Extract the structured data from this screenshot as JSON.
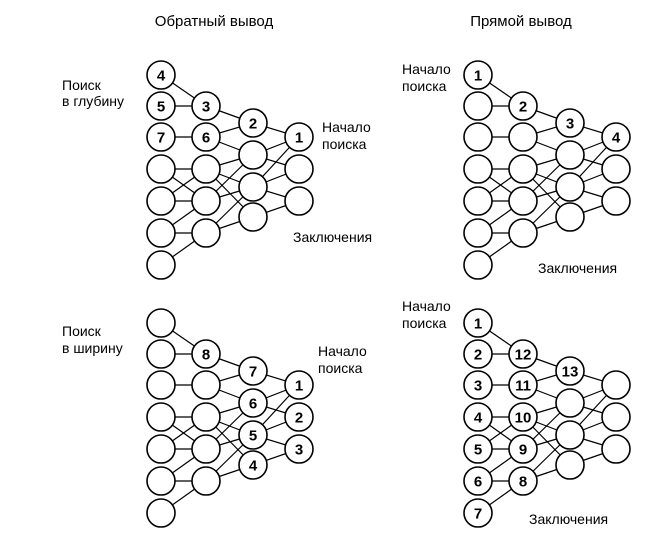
{
  "titles": {
    "backward": "Обратный вывод",
    "forward": "Прямой вывод"
  },
  "labels": {
    "depth_line1": "Поиск",
    "depth_line2": "в глубину",
    "breadth_line1": "Поиск",
    "breadth_line2": "в ширину",
    "start_line1": "Начало",
    "start_line2": "поиска",
    "conclusions": "Заключения"
  },
  "panels": {
    "backward_depth": [
      "4",
      "5",
      "7",
      "3",
      "6",
      "2",
      "1"
    ],
    "forward_depth": [
      "1",
      "2",
      "3",
      "4"
    ],
    "backward_breadth": [
      "8",
      "7",
      "6",
      "5",
      "4",
      "1",
      "2",
      "3"
    ],
    "forward_breadth": [
      "1",
      "2",
      "3",
      "4",
      "5",
      "6",
      "7",
      "12",
      "11",
      "10",
      "9",
      "8",
      "13"
    ]
  }
}
